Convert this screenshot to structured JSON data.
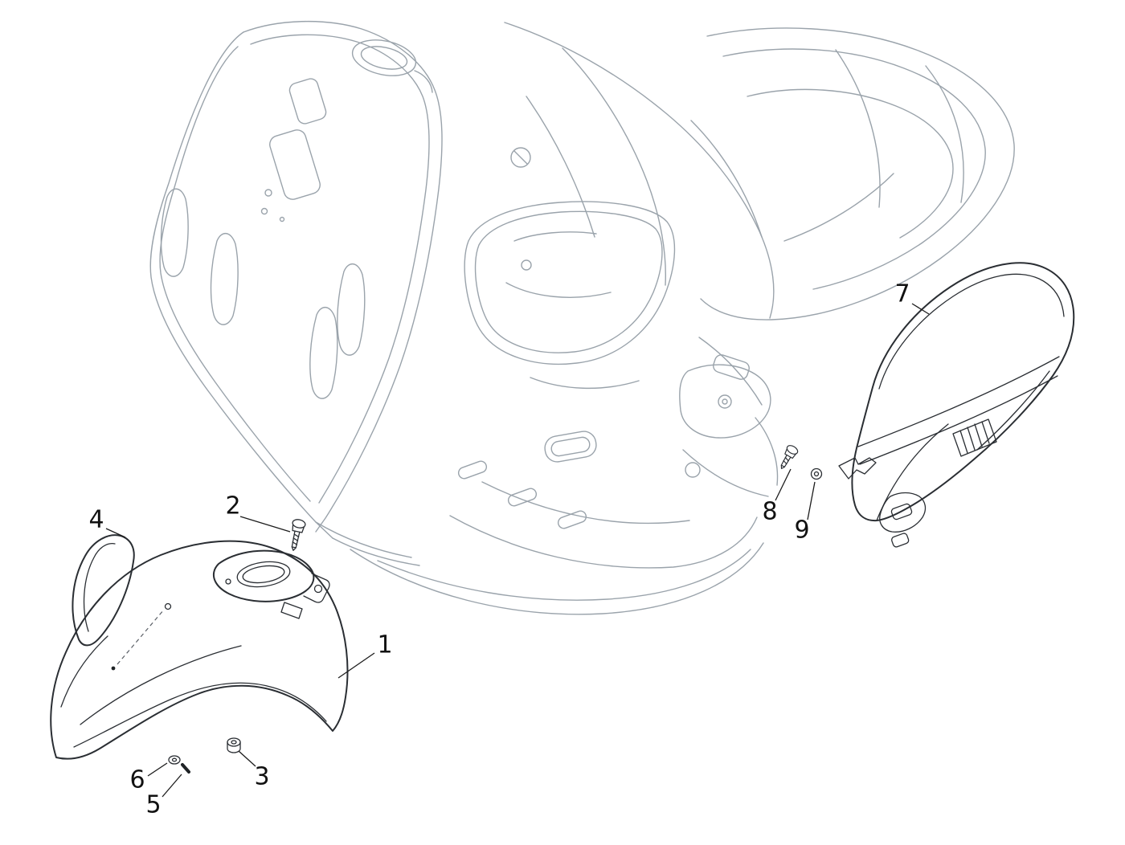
{
  "diagram": {
    "background_color": "#ffffff",
    "frame_line_color": "#9aa3ab",
    "part_line_color": "#2a2e33",
    "label_color": "#111111"
  },
  "callouts": [
    {
      "label": "1"
    },
    {
      "label": "2"
    },
    {
      "label": "3"
    },
    {
      "label": "4"
    },
    {
      "label": "5"
    },
    {
      "label": "6"
    },
    {
      "label": "7"
    },
    {
      "label": "8"
    },
    {
      "label": "9"
    }
  ]
}
